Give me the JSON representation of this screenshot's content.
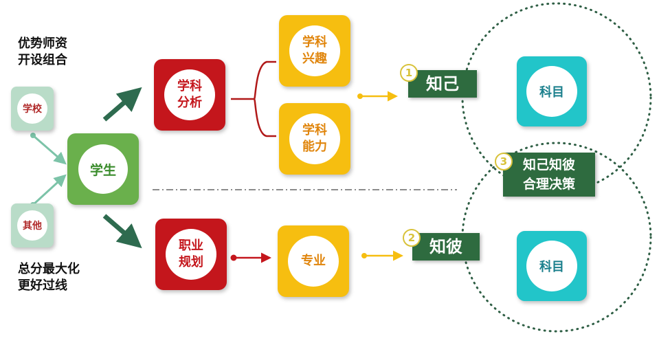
{
  "left_notes": {
    "top": [
      "优势师资",
      "开设组合"
    ],
    "bottom": [
      "总分最大化",
      "更好过线"
    ]
  },
  "sources": {
    "school": "学校",
    "other": "其他"
  },
  "student": "学生",
  "subject_analysis": [
    "学科",
    "分析"
  ],
  "interest": [
    "学科",
    "兴趣"
  ],
  "ability": [
    "学科",
    "能力"
  ],
  "career": [
    "职业",
    "规划"
  ],
  "major": "专业",
  "know_self": {
    "num": "1",
    "label": "知己"
  },
  "know_other": {
    "num": "2",
    "label": "知彼"
  },
  "decision": {
    "num": "3",
    "lines": [
      "知己知彼",
      "合理决策"
    ]
  },
  "subject_top": "科目",
  "subject_bottom": "科目",
  "colors": {
    "green_arrow": "#2e6b4f",
    "red": "#c4161c",
    "yellow": "#f6be10",
    "cyan": "#22c5c9",
    "tag": "#2e6b3f"
  }
}
